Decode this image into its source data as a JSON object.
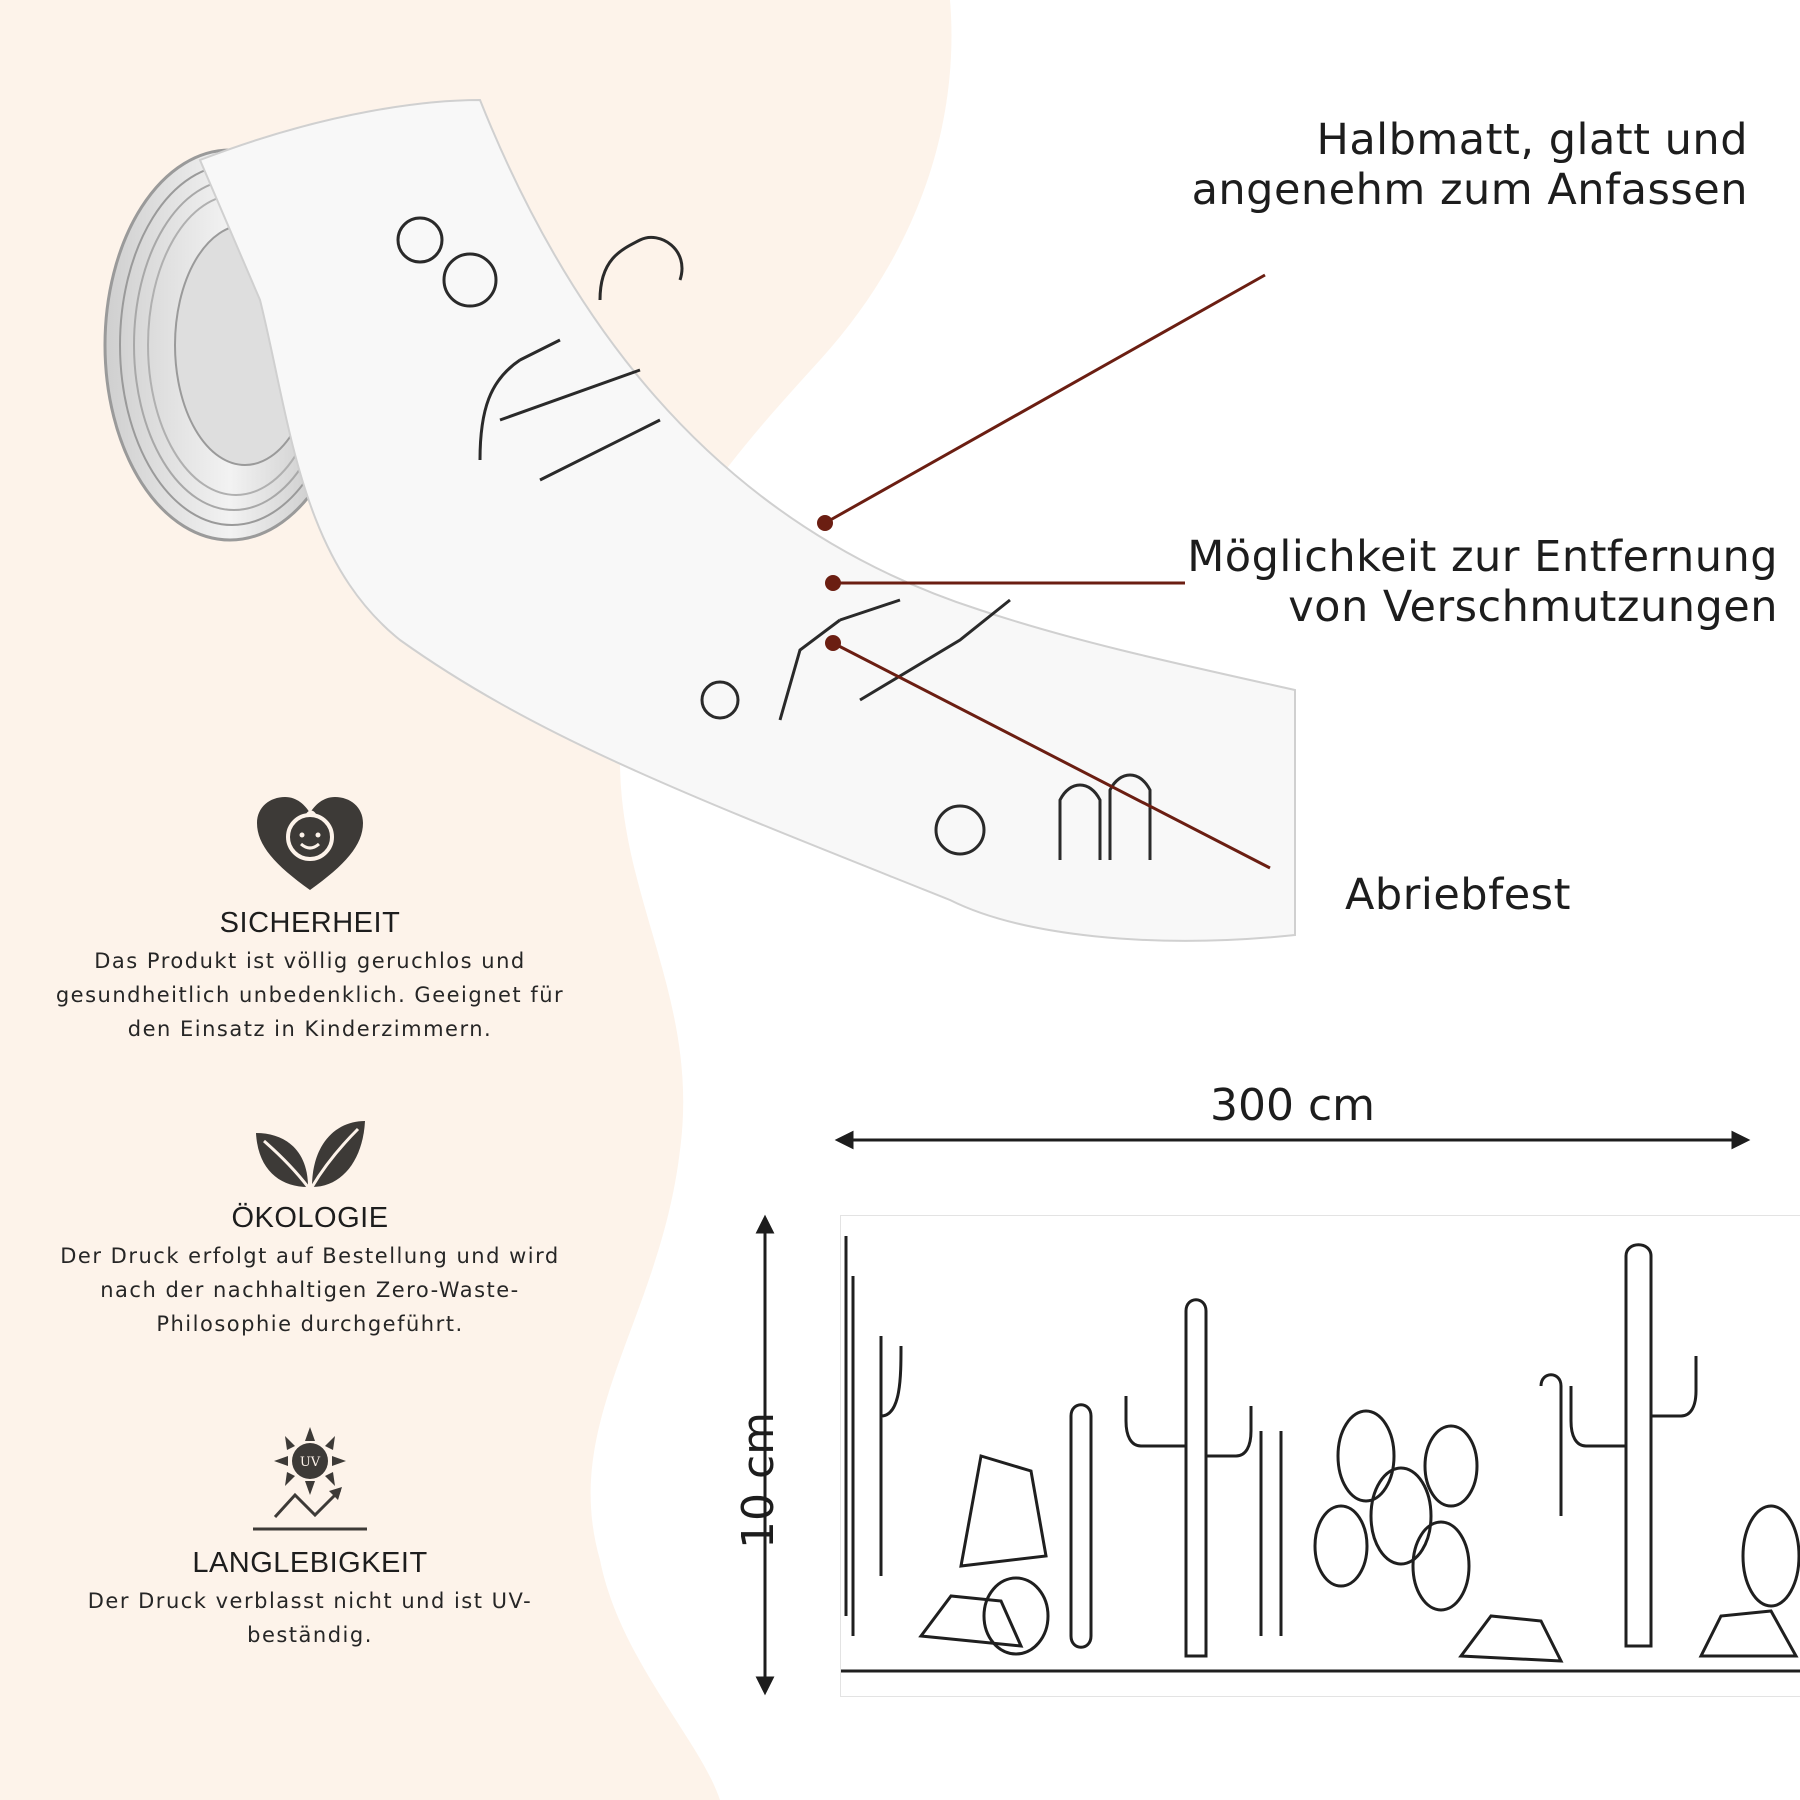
{
  "features": {
    "matte": {
      "lines": [
        "Halbmatt, glatt und",
        "angenehm zum Anfassen"
      ]
    },
    "cleaning": {
      "lines": [
        "Möglichkeit zur Entfernung",
        "von Verschmutzungen"
      ]
    },
    "abrasion": {
      "lines": [
        "Abriebfest"
      ]
    }
  },
  "info": [
    {
      "icon": "heart-baby-icon",
      "title": "SICHERHEIT",
      "lines": [
        "Das Produkt ist völlig geruchlos und",
        "gesundheitlich unbedenklich. Geeignet für",
        "den Einsatz in Kinderzimmern."
      ]
    },
    {
      "icon": "leaf-icon",
      "title": "ÖKOLOGIE",
      "lines": [
        "Der Druck erfolgt auf Bestellung und wird",
        "nach der nachhaltigen Zero-Waste-",
        "Philosophie durchgeführt."
      ]
    },
    {
      "icon": "uv-sun-icon",
      "title": "LANGLEBIGKEIT",
      "lines": [
        "Der Druck verblasst nicht und ist UV-",
        "beständig."
      ]
    }
  ],
  "dimensions": {
    "width": "300 cm",
    "height": "10 cm"
  },
  "colors": {
    "background": "#ffffff",
    "beige": "#fdf3ea",
    "accent": "#6b1e12",
    "text": "#1f1f1f"
  }
}
